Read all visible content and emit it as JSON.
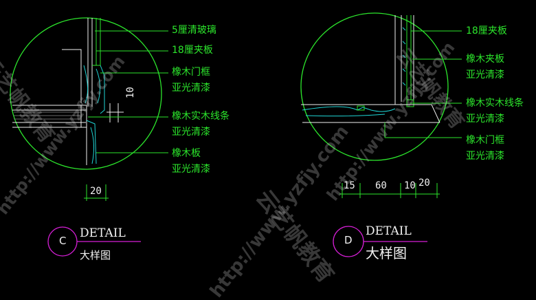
{
  "details": [
    {
      "letter": "C",
      "title": "DETAIL",
      "subtitle": "大样图",
      "labels": [
        "5厘清玻璃",
        "18厘夹板",
        "橡木门框",
        "亚光清漆",
        "橡木实木线条",
        "亚光清漆",
        "橡木板",
        "亚光清漆"
      ],
      "dims": [
        "20",
        "10"
      ]
    },
    {
      "letter": "D",
      "title": "DETAIL",
      "subtitle": "大样图",
      "labels": [
        "18厘夹板",
        "橡木夹板",
        "亚光清漆",
        "橡木实木线条",
        "亚光清漆",
        "橡木门框",
        "亚光清漆"
      ],
      "dims": [
        "15",
        "60",
        "10",
        "20"
      ]
    }
  ],
  "watermarks": {
    "url": "http://www.yzfjy.com",
    "brand": "云艺帆教育"
  },
  "colors": {
    "line": "#2ce62c",
    "wood": "#1fd6d6",
    "text": "#f2f2f2",
    "marker": "#d61fd6",
    "hatch": "#6a6a6a"
  }
}
